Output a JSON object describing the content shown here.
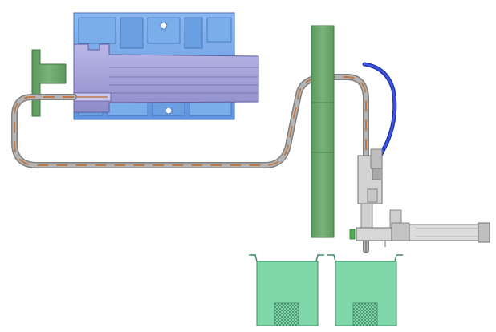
{
  "colors": {
    "background": "#ffffff",
    "mold_blue": "#6fa3e6",
    "mold_blue_dark": "#3f6fb8",
    "barrel_lavender": "#a7a6dc",
    "barrel_edge": "#5e5c9c",
    "green_part": "#6aa46a",
    "green_part_dark": "#3f7a40",
    "tube_gray": "#8f8f8f",
    "tube_inner": "#c07a4a",
    "hose_blue": "#2a3ecf",
    "bin_fill": "#7fd6a8",
    "bin_edge": "#3e8a63",
    "bin_hatch": "#4f9a74",
    "mechanism_gray": "#b9b9b9"
  },
  "components": [
    {
      "name": "mold-block",
      "interactable": false
    },
    {
      "name": "injection-barrel",
      "interactable": false
    },
    {
      "name": "left-green-bracket",
      "interactable": false
    },
    {
      "name": "transfer-tube",
      "interactable": false
    },
    {
      "name": "vertical-green-post",
      "interactable": false
    },
    {
      "name": "blue-air-hose",
      "interactable": false
    },
    {
      "name": "vertical-actuator",
      "interactable": false
    },
    {
      "name": "horizontal-cylinder",
      "interactable": false
    },
    {
      "name": "left-collection-bin",
      "interactable": false
    },
    {
      "name": "right-collection-bin",
      "interactable": false
    }
  ]
}
